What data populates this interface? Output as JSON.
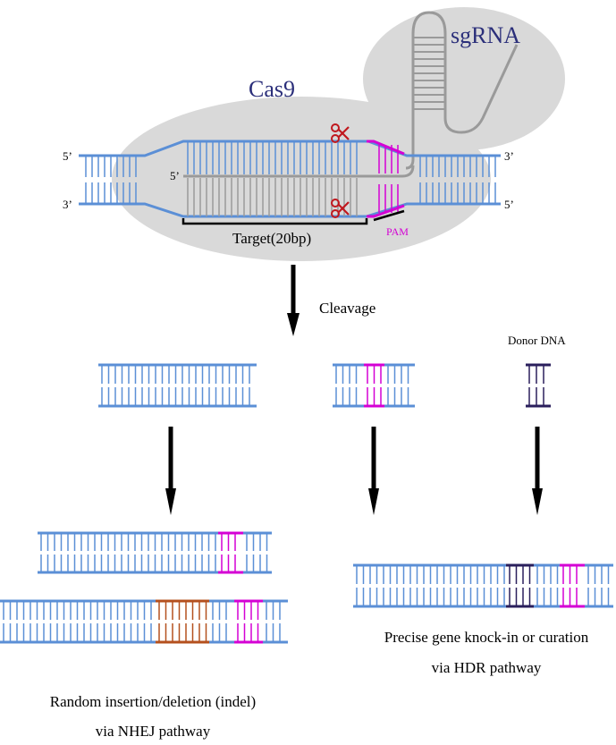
{
  "labels": {
    "sgrna": "sgRNA",
    "cas9": "Cas9",
    "five_prime_top_left": "5’",
    "three_prime_bottom_left": "3’",
    "three_prime_top_right": "3’",
    "five_prime_bottom_right": "5’",
    "five_prime_guide": "5’",
    "target": "Target(20bp)",
    "pam": "PAM",
    "cleavage": "Cleavage",
    "donor": "Donor DNA",
    "nhej_line1": "Random insertion/deletion (indel)",
    "nhej_line2": "via NHEJ pathway",
    "hdr_line1": "Precise gene knock-in or curation",
    "hdr_line2": "via HDR pathway"
  },
  "colors": {
    "dna": "#5b8fd6",
    "rna": "#9a9a9a",
    "pam": "#d400d4",
    "donor": "#2a1f5c",
    "indel": "#b4501e",
    "protein": "#d9d9d9",
    "text_blue": "#2b2f7a",
    "scissors": "#c0181e",
    "arrow": "#000000"
  },
  "icons": [
    "scissors-icon",
    "scissors-icon"
  ]
}
